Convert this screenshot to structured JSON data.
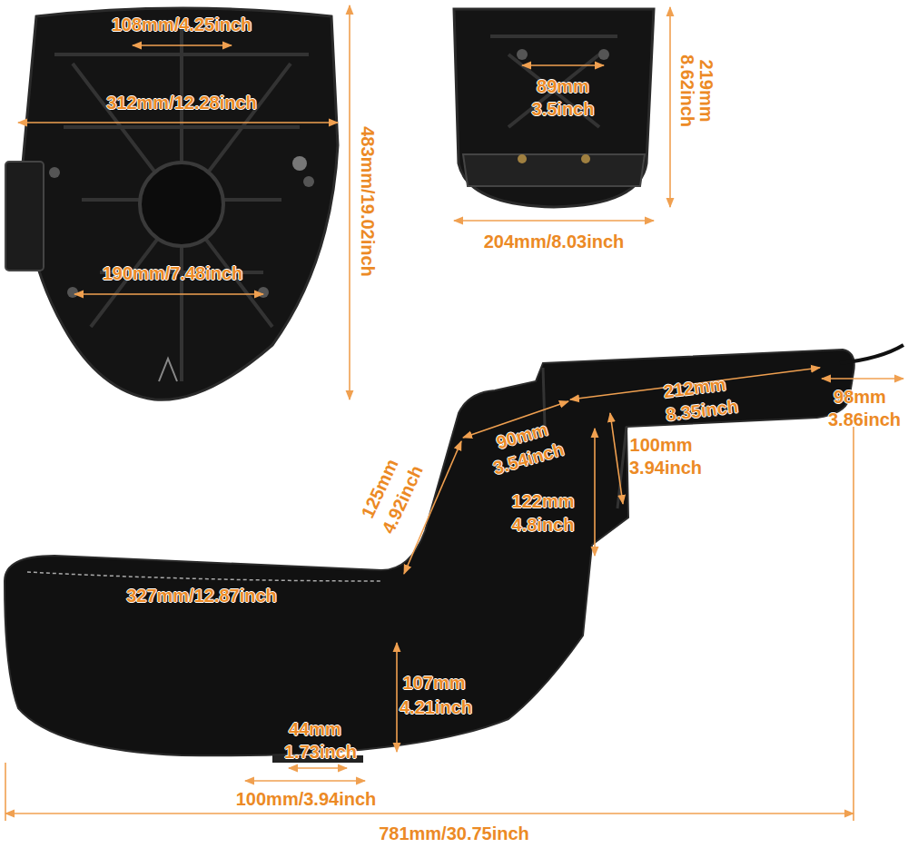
{
  "diagram": {
    "labels": [
      "108mm/4.25inch",
      "312mm/12.28inch",
      "483mm/19.02inch",
      "190mm/7.48inch",
      "89mm",
      "3.5inch",
      "219mm",
      "8.62inch",
      "204mm/8.03inch",
      "212mm",
      "8.35inch",
      "98mm",
      "3.86inch",
      "90mm",
      "3.54inch",
      "100mm",
      "3.94inch",
      "125mm",
      "4.92inch",
      "122mm",
      "4.8inch",
      "327mm/12.87inch",
      "107mm",
      "4.21inch",
      "44mm",
      "1.73inch",
      "100mm/3.94inch",
      "781mm/30.75inch"
    ]
  }
}
